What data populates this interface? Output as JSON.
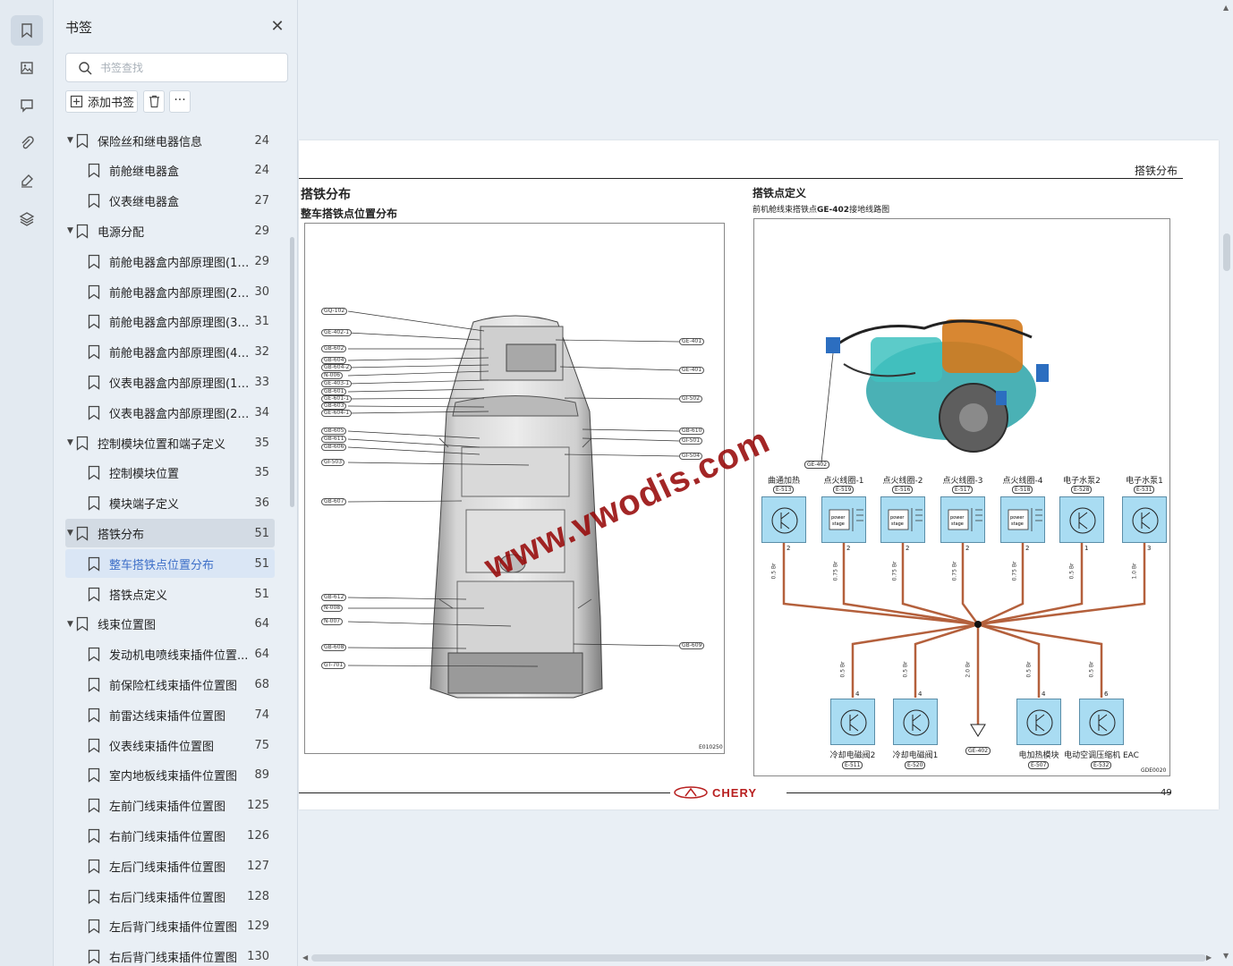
{
  "sidebar_rail": {
    "icons": [
      "bookmark-icon",
      "thumbnail-icon",
      "comment-icon",
      "attachment-icon",
      "signature-icon",
      "layers-icon"
    ]
  },
  "panel": {
    "title": "书签",
    "search_placeholder": "书签查找",
    "add_label": "添加书签",
    "more_label": "···"
  },
  "bookmarks": [
    {
      "label": "保险丝和继电器信息",
      "page": "24",
      "level": 0
    },
    {
      "label": "前舱继电器盒",
      "page": "24",
      "level": 1
    },
    {
      "label": "仪表继电器盒",
      "page": "27",
      "level": 1
    },
    {
      "label": "电源分配",
      "page": "29",
      "level": 0
    },
    {
      "label": "前舱电器盒内部原理图(1/...",
      "page": "29",
      "level": 1
    },
    {
      "label": "前舱电器盒内部原理图(2/...",
      "page": "30",
      "level": 1
    },
    {
      "label": "前舱电器盒内部原理图(3/...",
      "page": "31",
      "level": 1
    },
    {
      "label": "前舱电器盒内部原理图(4/...",
      "page": "32",
      "level": 1
    },
    {
      "label": "仪表电器盒内部原理图(1/...",
      "page": "33",
      "level": 1
    },
    {
      "label": "仪表电器盒内部原理图(2/...",
      "page": "34",
      "level": 1
    },
    {
      "label": "控制模块位置和端子定义",
      "page": "35",
      "level": 0
    },
    {
      "label": "控制模块位置",
      "page": "35",
      "level": 1
    },
    {
      "label": "模块端子定义",
      "page": "36",
      "level": 1
    },
    {
      "label": "搭铁分布",
      "page": "51",
      "level": 0,
      "state": "sel-parent"
    },
    {
      "label": "整车搭铁点位置分布",
      "page": "51",
      "level": 1,
      "state": "sel"
    },
    {
      "label": "搭铁点定义",
      "page": "51",
      "level": 1
    },
    {
      "label": "线束位置图",
      "page": "64",
      "level": 0
    },
    {
      "label": "发动机电喷线束插件位置...",
      "page": "64",
      "level": 1
    },
    {
      "label": "前保险杠线束插件位置图",
      "page": "68",
      "level": 1
    },
    {
      "label": "前雷达线束插件位置图",
      "page": "74",
      "level": 1
    },
    {
      "label": "仪表线束插件位置图",
      "page": "75",
      "level": 1
    },
    {
      "label": "室内地板线束插件位置图",
      "page": "89",
      "level": 1
    },
    {
      "label": "左前门线束插件位置图",
      "page": "125",
      "level": 1
    },
    {
      "label": "右前门线束插件位置图",
      "page": "126",
      "level": 1
    },
    {
      "label": "左后门线束插件位置图",
      "page": "127",
      "level": 1
    },
    {
      "label": "右后门线束插件位置图",
      "page": "128",
      "level": 1
    },
    {
      "label": "左后背门线束插件位置图",
      "page": "129",
      "level": 1
    },
    {
      "label": "右后背门线束插件位置图",
      "page": "130",
      "level": 1
    }
  ],
  "document": {
    "header_right": "搭铁分布",
    "left_title": "搭铁分布",
    "left_subtitle": "整车搭铁点位置分布",
    "right_title": "搭铁点定义",
    "right_subtitle_pre": "前机舱线束搭铁点",
    "right_subtitle_bold": "GE-402",
    "right_subtitle_post": "接地线路图",
    "left_fig_code": "E010250",
    "right_fig_code": "GDE0020",
    "page_number": "49",
    "brand": "CHERY",
    "watermark": "www.vwodis.com",
    "left_callouts": [
      "GQ-102",
      "GE-402-1",
      "GB-602",
      "GB-604",
      "GB-604-2",
      "N-006",
      "GE-403-1",
      "GB-601",
      "GE-601-1",
      "GB-603",
      "GE-604-1",
      "GB-605",
      "GB-611",
      "GB-606",
      "GI-503",
      "GB-607",
      "GB-612",
      "N-008",
      "N-007",
      "GB-608",
      "GT-701"
    ],
    "right_callouts": [
      "GE-401",
      "GE-401",
      "GI-502",
      "GB-610",
      "GI-501",
      "GI-504",
      "GB-609"
    ],
    "engine_tag": "GE-402",
    "top_components": [
      {
        "name": "曲通加热",
        "code": "E-513",
        "pin": "2",
        "wire": "0.5 Br"
      },
      {
        "name": "点火线圈-1",
        "code": "E-519",
        "pin": "2",
        "wire": "0.75 Br"
      },
      {
        "name": "点火线圈-2",
        "code": "E-516",
        "pin": "2",
        "wire": "0.75 Br"
      },
      {
        "name": "点火线圈-3",
        "code": "E-517",
        "pin": "2",
        "wire": "0.75 Br"
      },
      {
        "name": "点火线圈-4",
        "code": "E-518",
        "pin": "2",
        "wire": "0.75 Br"
      },
      {
        "name": "电子水泵2",
        "code": "E-528",
        "pin": "1",
        "wire": "0.5 Br"
      },
      {
        "name": "电子水泵1",
        "code": "E-531",
        "pin": "3",
        "wire": "1.0 Br"
      }
    ],
    "bottom_components": [
      {
        "name": "冷却电磁阀2",
        "code": "E-511",
        "pin": "4",
        "wire": "0.5 Br"
      },
      {
        "name": "冷却电磁阀1",
        "code": "E-520",
        "pin": "4",
        "wire": "0.5 Br"
      },
      {
        "name": "",
        "code": "GE-402",
        "pin": "",
        "wire": "2.0 Br"
      },
      {
        "name": "电加热模块",
        "code": "E-507",
        "pin": "4",
        "wire": "0.5 Br"
      },
      {
        "name": "电动空调压缩机 EAC",
        "code": "E-532",
        "pin": "6",
        "wire": "0.5 Br"
      }
    ],
    "power_stage": "power stage"
  },
  "colors": {
    "wire": "#b4603c",
    "component": "#a9dcf2",
    "watermark": "#960808",
    "selected_text": "#3d6fc8"
  }
}
